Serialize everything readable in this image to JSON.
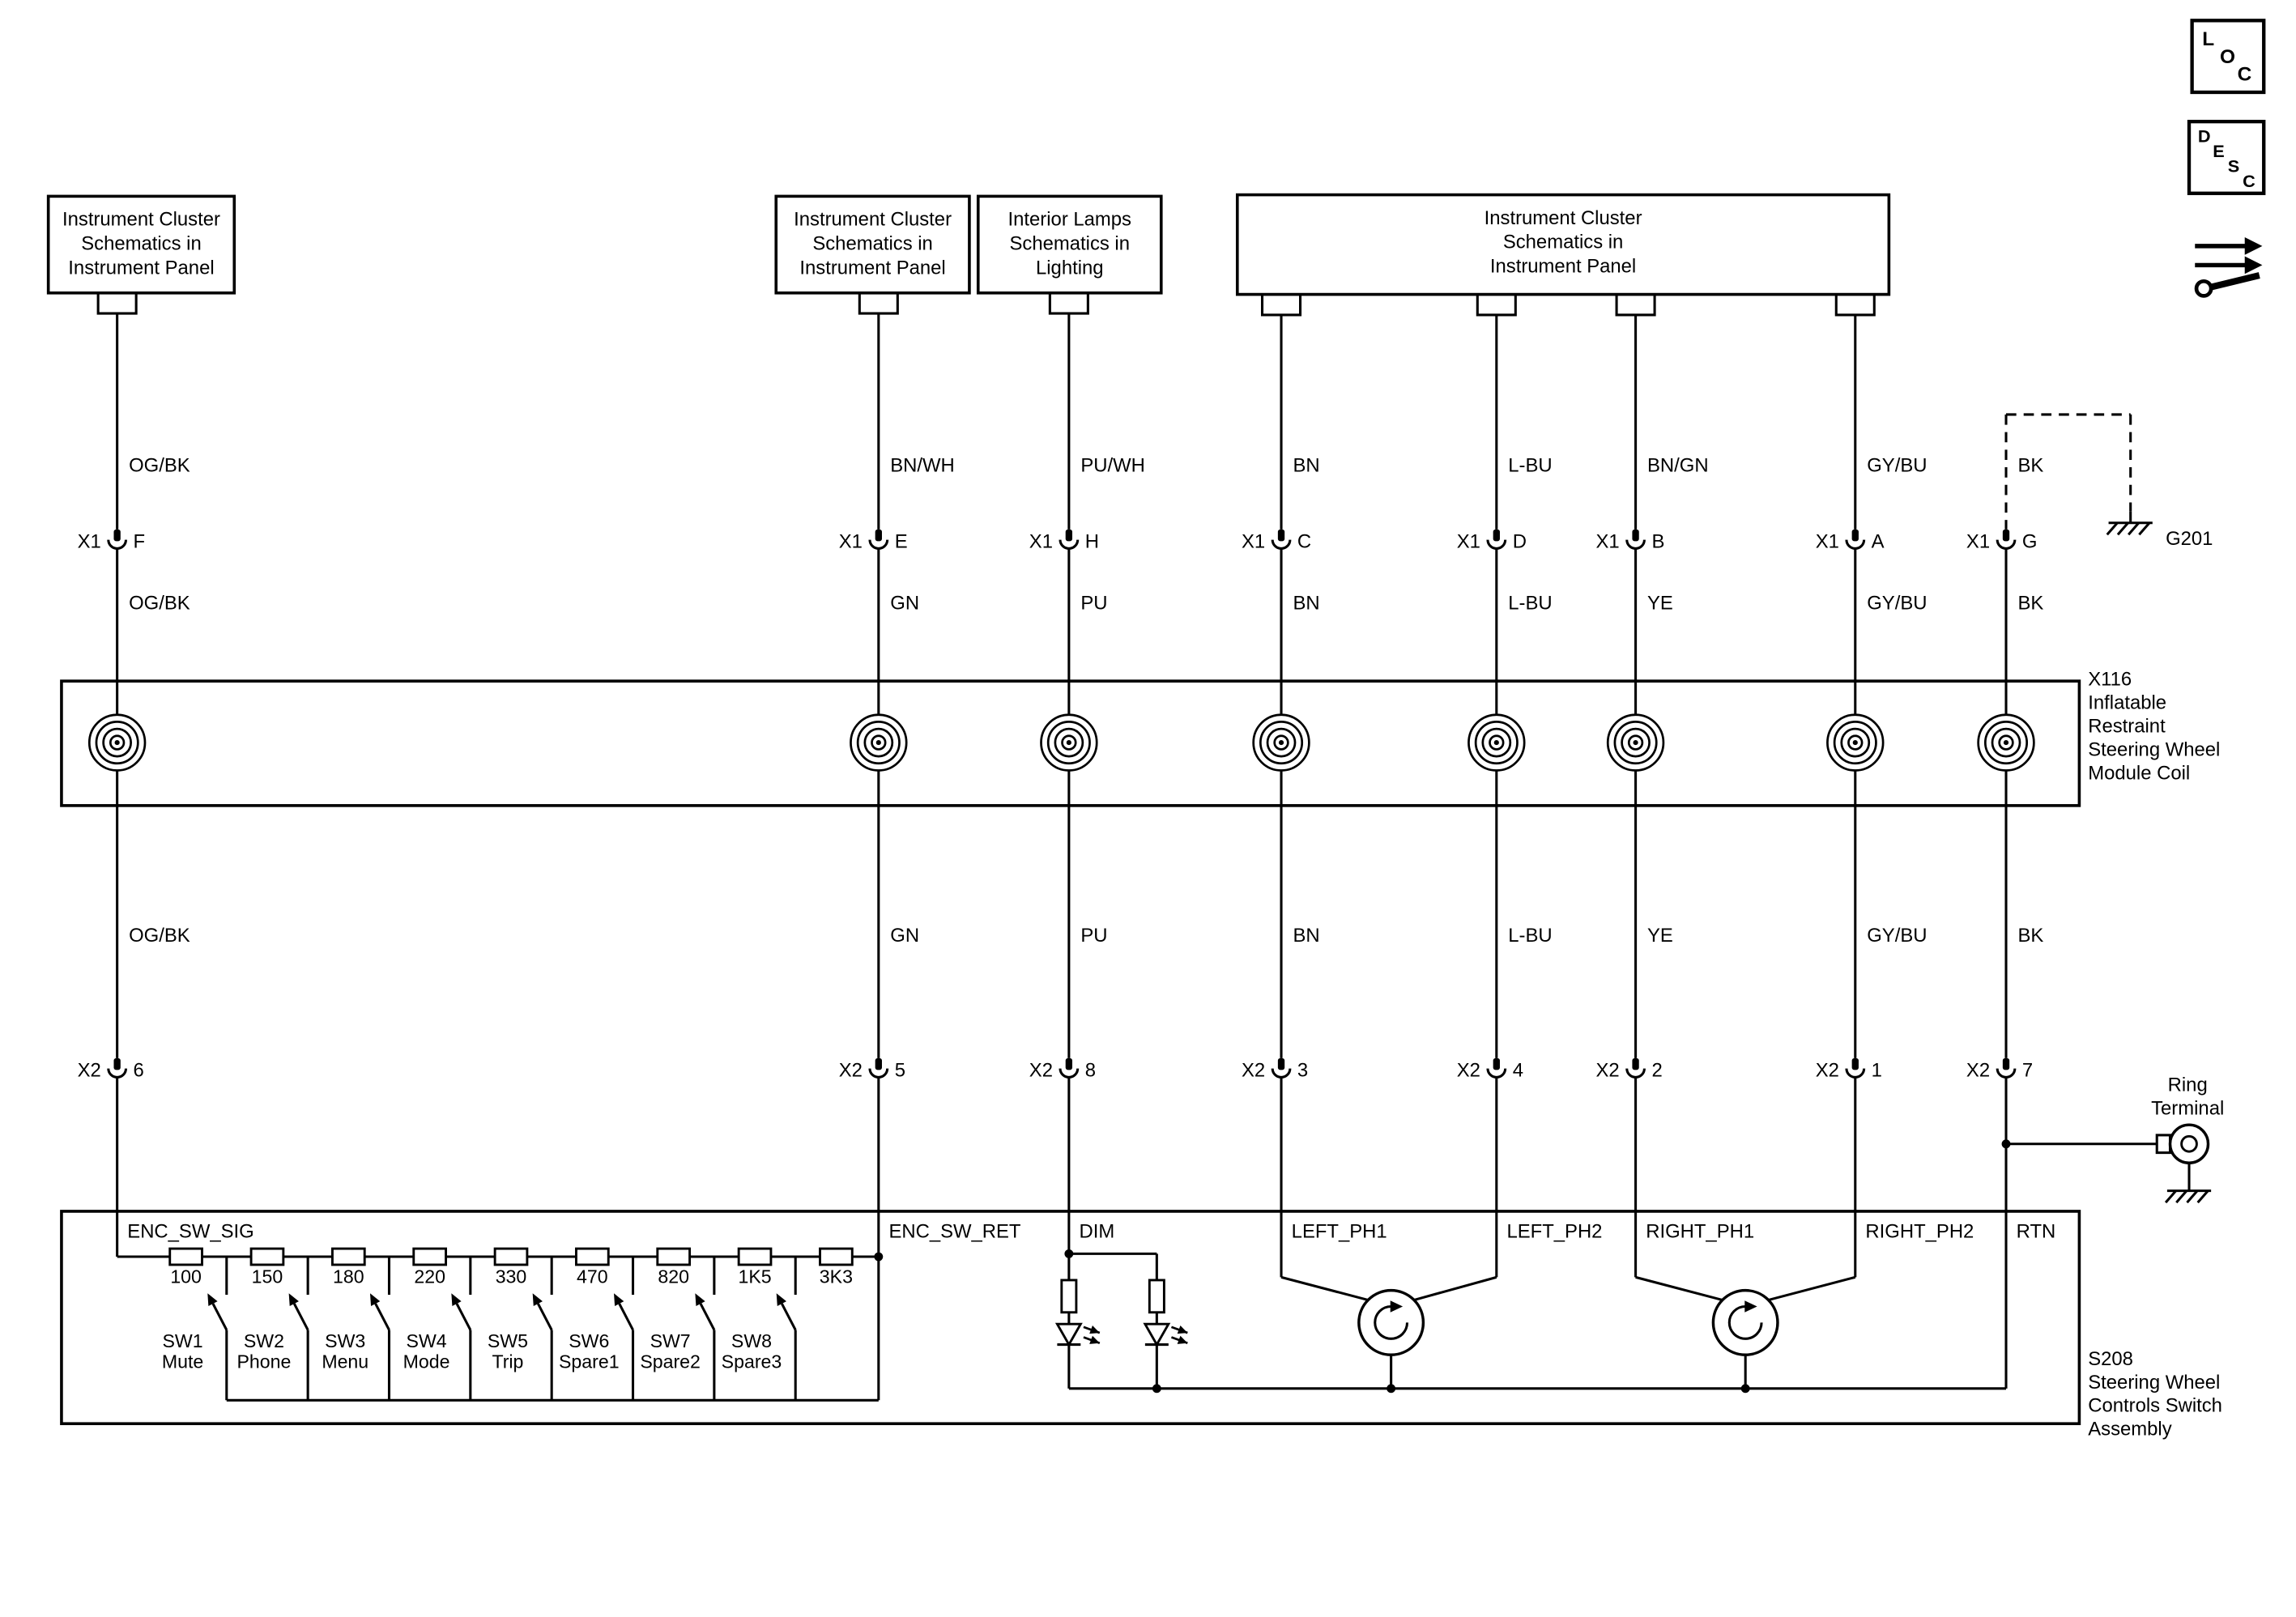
{
  "diagram": {
    "corner": {
      "loc_label": "LOC",
      "desc_label": "DESC"
    },
    "connector_top_label": "X1",
    "connector_bottom_label": "X2",
    "ground_top": {
      "label": "G201"
    },
    "top_boxes": [
      {
        "lines": [
          "Instrument Cluster",
          "Schematics in",
          "Instrument Panel"
        ]
      },
      {
        "lines": [
          "Instrument Cluster",
          "Schematics in",
          "Instrument Panel"
        ]
      },
      {
        "lines": [
          "Interior Lamps",
          "Schematics in",
          "Lighting"
        ]
      },
      {
        "lines": [
          "Instrument Cluster",
          "Schematics in",
          "Instrument Panel"
        ]
      }
    ],
    "wires": [
      {
        "top_color": "OG/BK",
        "x1_pin": "F",
        "mid_color": "OG/BK",
        "x2_pin": "6",
        "signal": "ENC_SW_SIG"
      },
      {
        "top_color": "BN/WH",
        "x1_pin": "E",
        "mid_color": "GN",
        "x2_pin": "5",
        "signal": "ENC_SW_RET"
      },
      {
        "top_color": "PU/WH",
        "x1_pin": "H",
        "mid_color": "PU",
        "x2_pin": "8",
        "signal": "DIM"
      },
      {
        "top_color": "BN",
        "x1_pin": "C",
        "mid_color": "BN",
        "x2_pin": "3",
        "signal": "LEFT_PH1"
      },
      {
        "top_color": "L-BU",
        "x1_pin": "D",
        "mid_color": "L-BU",
        "x2_pin": "4",
        "signal": "LEFT_PH2"
      },
      {
        "top_color": "BN/GN",
        "x1_pin": "B",
        "mid_color": "YE",
        "x2_pin": "2",
        "signal": "RIGHT_PH1"
      },
      {
        "top_color": "GY/BU",
        "x1_pin": "A",
        "mid_color": "GY/BU",
        "x2_pin": "1",
        "signal": "RIGHT_PH2"
      },
      {
        "top_color": "BK",
        "x1_pin": "G",
        "mid_color": "BK",
        "x2_pin": "7",
        "signal": "RTN"
      }
    ],
    "coil_box": {
      "label_lines": [
        "X116",
        "Inflatable",
        "Restraint",
        "Steering Wheel",
        "Module Coil"
      ]
    },
    "ring_terminal": {
      "label_lines": [
        "Ring",
        "Terminal"
      ]
    },
    "bottom_box": {
      "label_lines": [
        "S208",
        "Steering Wheel",
        "Controls Switch",
        "Assembly"
      ],
      "resistors": [
        "100",
        "150",
        "180",
        "220",
        "330",
        "470",
        "820",
        "1K5",
        "3K3"
      ],
      "switches": [
        {
          "name": "SW1",
          "label": "Mute"
        },
        {
          "name": "SW2",
          "label": "Phone"
        },
        {
          "name": "SW3",
          "label": "Menu"
        },
        {
          "name": "SW4",
          "label": "Mode"
        },
        {
          "name": "SW5",
          "label": "Trip"
        },
        {
          "name": "SW6",
          "label": "Spare1"
        },
        {
          "name": "SW7",
          "label": "Spare2"
        },
        {
          "name": "SW8",
          "label": "Spare3"
        }
      ]
    }
  }
}
